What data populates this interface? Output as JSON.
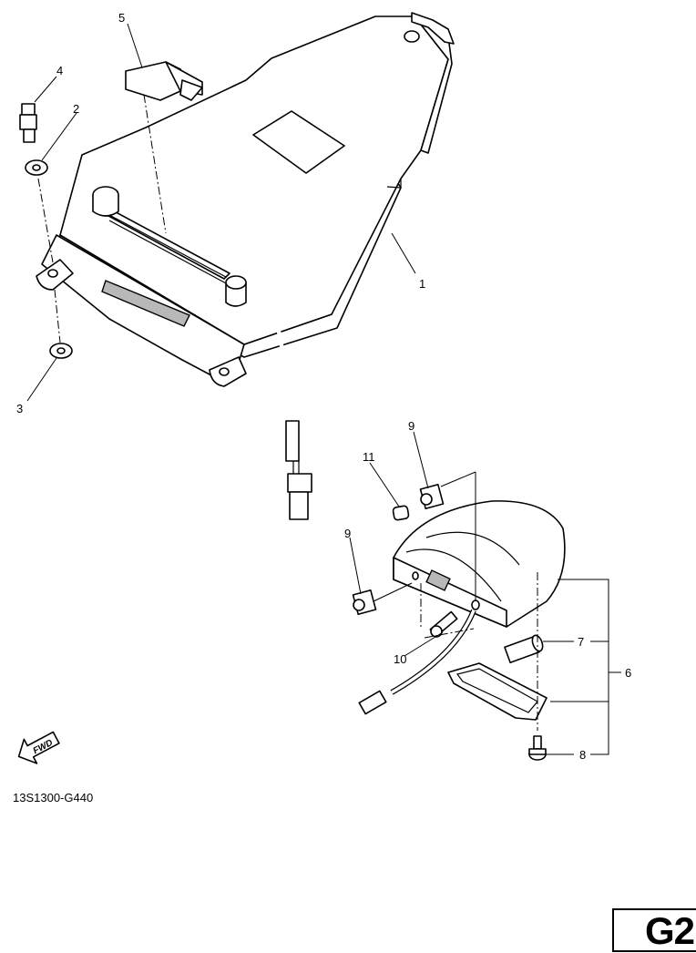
{
  "callouts": {
    "c1": "1",
    "c2": "2",
    "c3": "3",
    "c4": "4",
    "c5": "5",
    "c6": "6",
    "c7": "7",
    "c8": "8",
    "c9a": "9",
    "c9b": "9",
    "c10": "10",
    "c11": "11"
  },
  "fwd_label": "FWD",
  "diagram_code": "13S1300-G440",
  "page_id": "G2"
}
